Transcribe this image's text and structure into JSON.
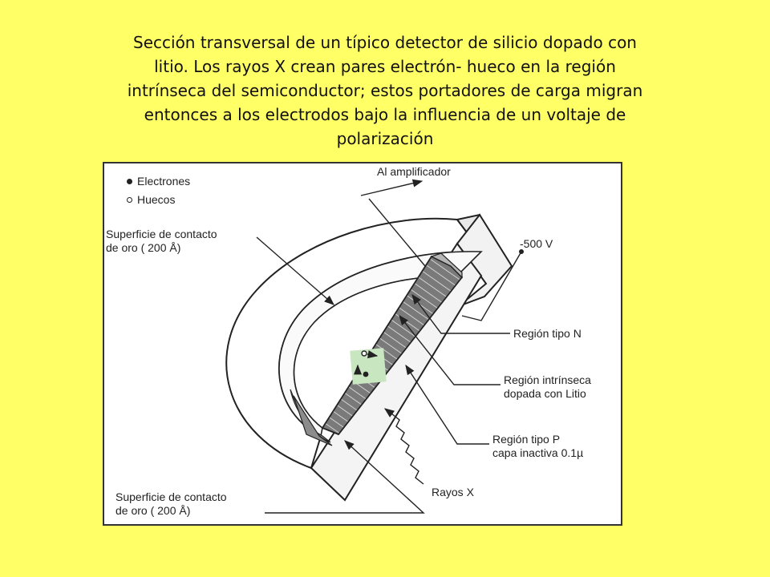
{
  "caption": {
    "lines": [
      "Sección transversal de un típico detector de silicio dopado con",
      "litio. Los rayos X crean pares electrón- hueco en la región",
      "intrínseca del semiconductor; estos portadores de carga migran",
      "entonces a los electrodos bajo la influencia de un voltaje de",
      "polarización"
    ]
  },
  "legend": {
    "electrons": "Electrones",
    "holes": "Huecos"
  },
  "labels": {
    "amplifier": "Al amplificador",
    "voltage": "-500 V",
    "gold_top": [
      "Superficie de contacto",
      "de oro (  200 Å)"
    ],
    "n_region": "Región tipo N",
    "intrinsic": [
      "Región intrínseca",
      "dopada con Litio"
    ],
    "p_region": [
      "Región tipo P",
      "capa inactiva   0.1µ"
    ],
    "xrays": "Rayos X",
    "gold_bottom": [
      "Superficie de contacto",
      "de oro (  200 Å)"
    ]
  },
  "colors": {
    "background": "#ffff66",
    "figure_bg": "#ffffff",
    "semiconductor": "#7a7a7a",
    "n_layer": "#b5b5b5",
    "active_zone": "#c8e6c0",
    "ink": "#222222"
  }
}
